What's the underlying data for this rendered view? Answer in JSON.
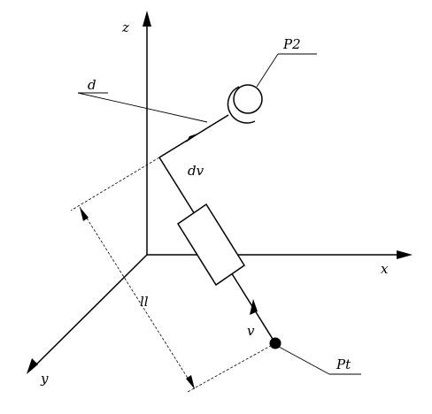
{
  "axes": {
    "x": "x",
    "y": "y",
    "z": "z"
  },
  "labels": {
    "p2": "P2",
    "d": "d",
    "dv": "dv",
    "v": "v",
    "ll": "ll",
    "pt": "Pt"
  }
}
